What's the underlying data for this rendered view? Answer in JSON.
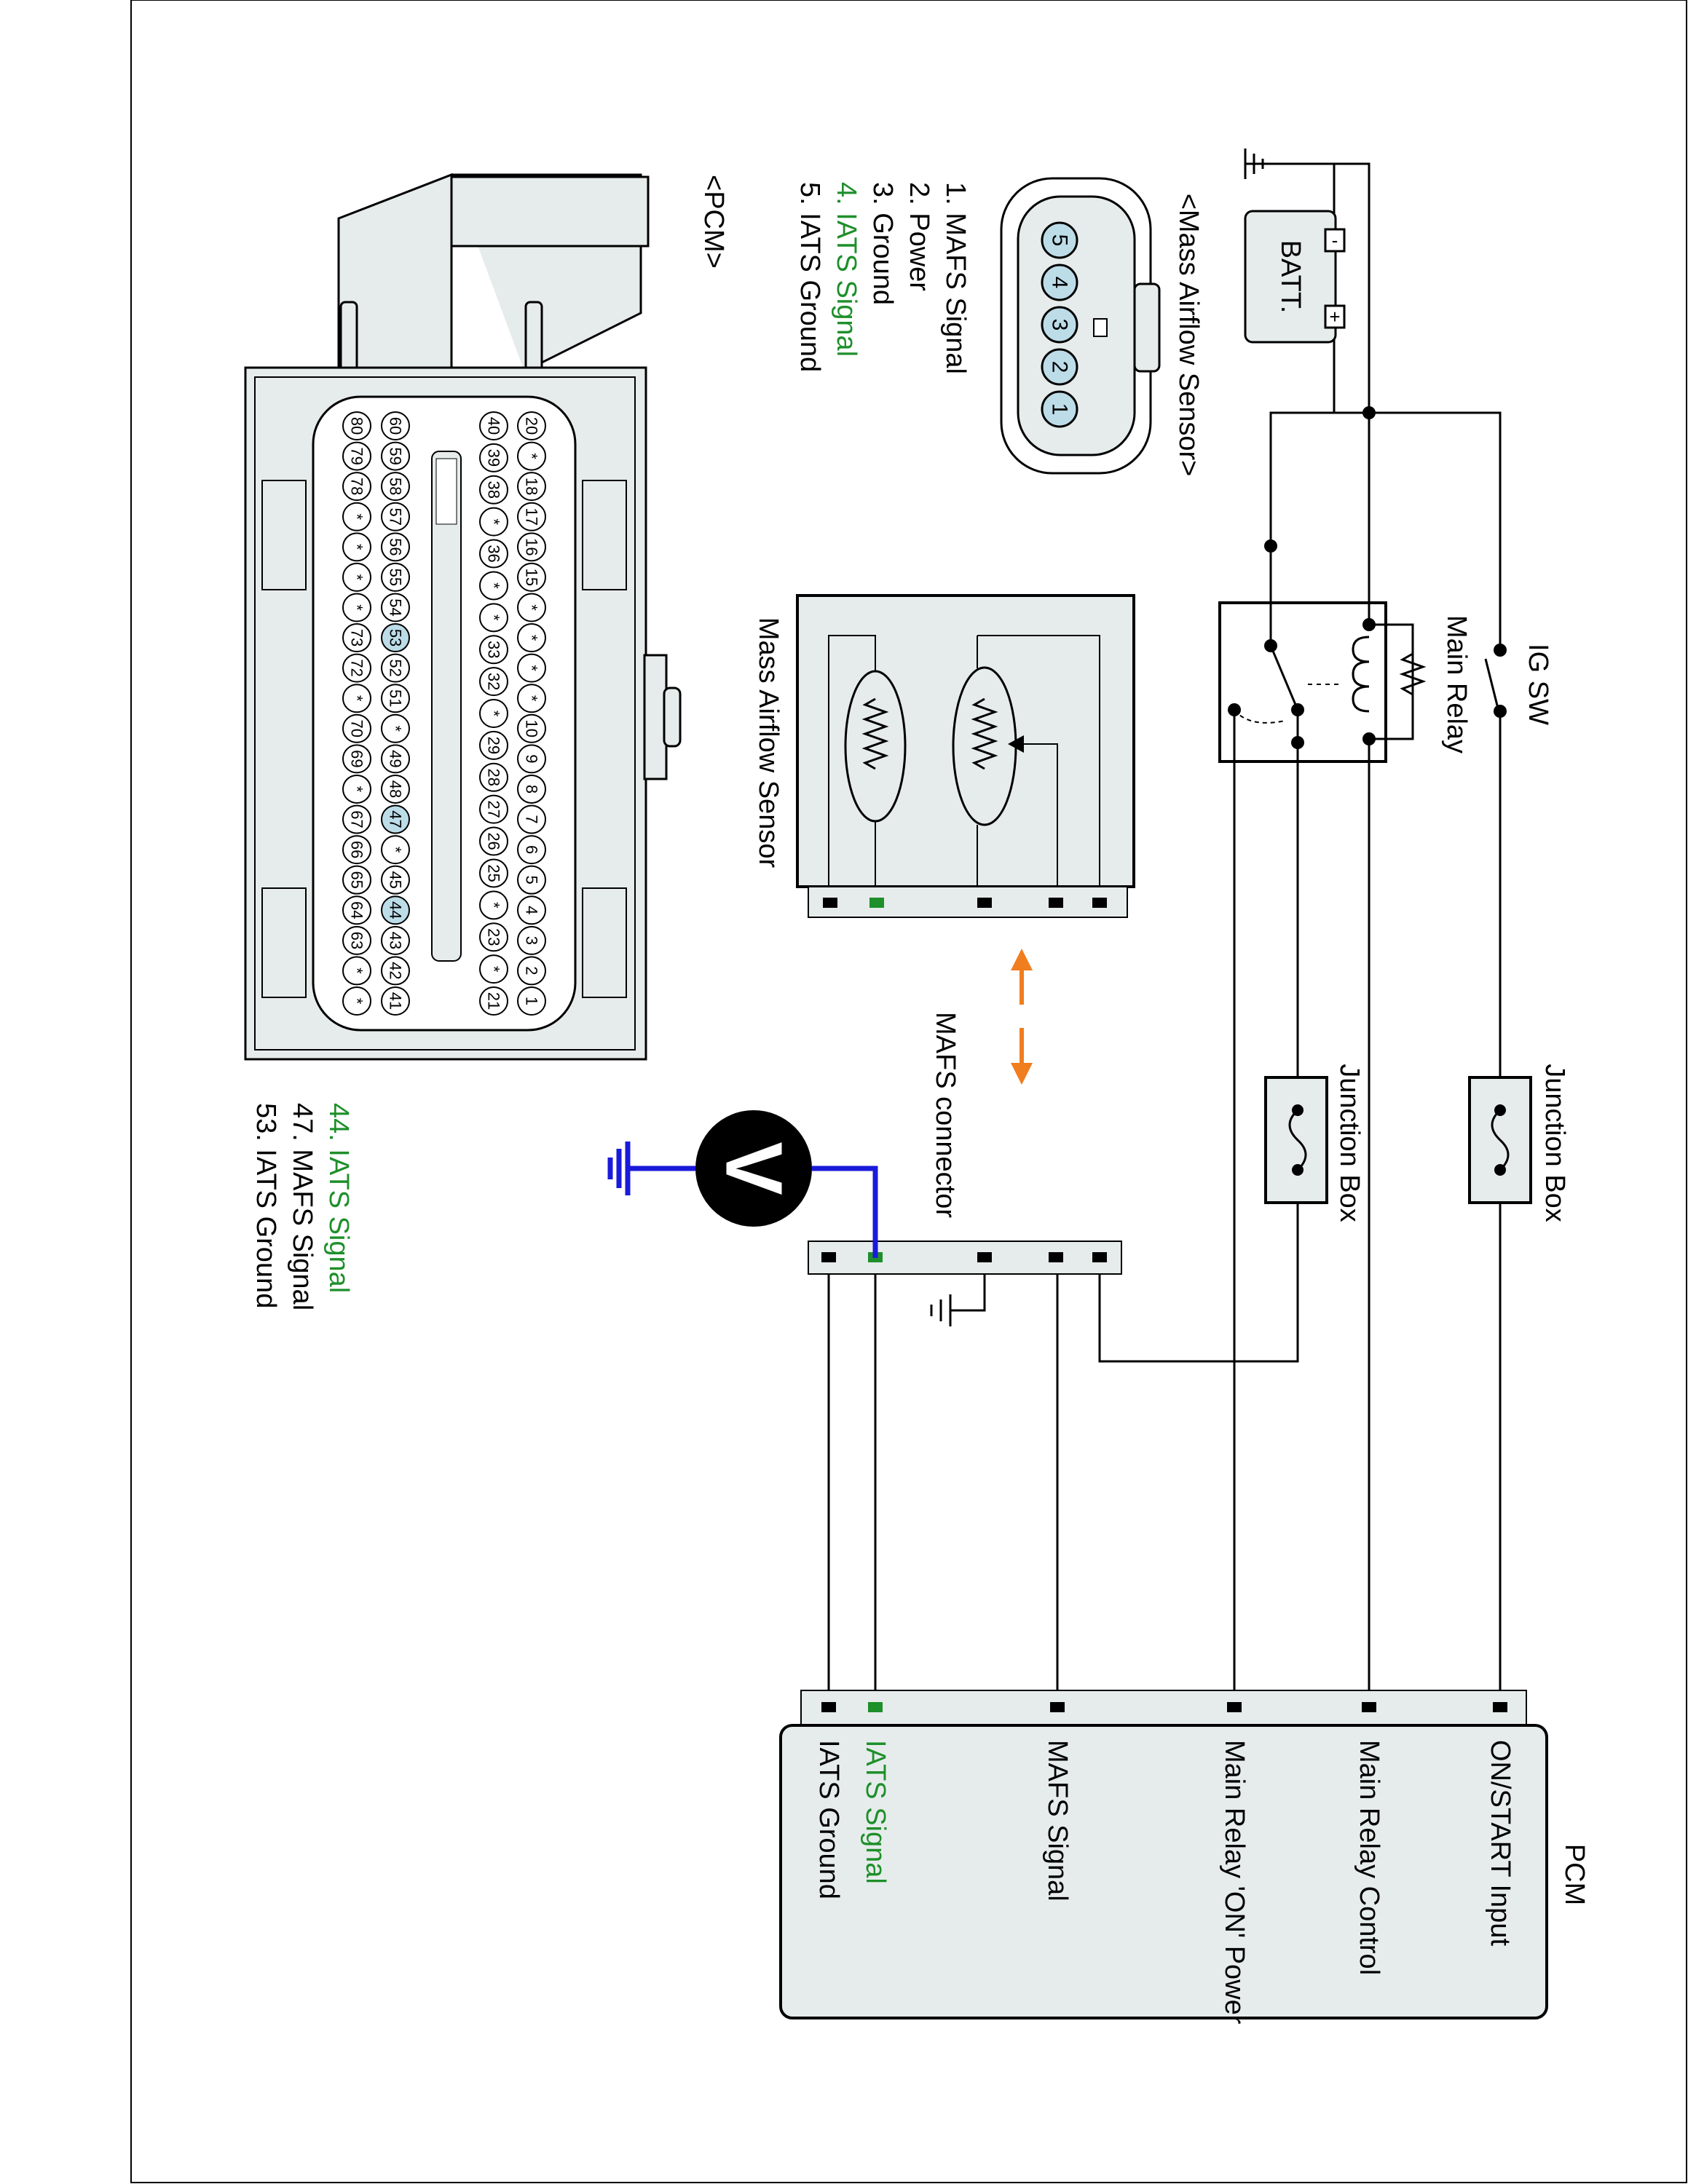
{
  "colors": {
    "signal_green": "#1e8f2a",
    "arrow_orange": "#f07d1e",
    "meter_wire_blue": "#1a1adb",
    "pin_highlight": "#bcdce8",
    "connector_fill": "#e6eceb",
    "pcm_fill": "#e6eceb"
  },
  "batt": {
    "label": "BATT.",
    "minus": "-",
    "plus": "+"
  },
  "ig_sw": {
    "label": "IG SW"
  },
  "main_relay": {
    "label": "Main Relay"
  },
  "junction_box_1": {
    "label": "Junction Box"
  },
  "junction_box_2": {
    "label": "Junction Box"
  },
  "mafs_component": {
    "label": "Mass Airflow Sensor"
  },
  "mafs_connector_arrow": {
    "label": "MAFS connector"
  },
  "voltmeter": {
    "symbol": "V"
  },
  "pcm": {
    "title": "PCM",
    "terminals": [
      {
        "label": "ON/START Input",
        "color": "black"
      },
      {
        "label": "Main Relay Control",
        "color": "black"
      },
      {
        "label": "Main Relay 'ON' Power",
        "color": "black"
      },
      {
        "label": "MAFS Signal",
        "color": "black"
      },
      {
        "label": "IATS Signal",
        "color": "green"
      },
      {
        "label": "IATS Ground",
        "color": "black"
      }
    ]
  },
  "mafs_connector_detail": {
    "title": "<Mass Airflow Sensor>",
    "pins": [
      "5",
      "4",
      "3",
      "2",
      "1"
    ],
    "pin_list": [
      {
        "text": "1. MAFS Signal",
        "color": "black"
      },
      {
        "text": "2. Power",
        "color": "black"
      },
      {
        "text": "3. Ground",
        "color": "black"
      },
      {
        "text": "4. IATS Signal",
        "color": "green"
      },
      {
        "text": "5. IATS Ground",
        "color": "black"
      }
    ]
  },
  "pcm_connector_detail": {
    "title": "<PCM>",
    "rows": [
      [
        "20",
        "*",
        "18",
        "17",
        "16",
        "15",
        "*",
        "*",
        "*",
        "*",
        "10",
        "9",
        "8",
        "7",
        "6",
        "5",
        "4",
        "3",
        "2",
        "1"
      ],
      [
        "40",
        "39",
        "38",
        "*",
        "36",
        "*",
        "*",
        "33",
        "32",
        "*",
        "29",
        "28",
        "27",
        "26",
        "25",
        "*",
        "23",
        "*",
        "21"
      ],
      [
        "60",
        "59",
        "58",
        "57",
        "56",
        "55",
        "54",
        "53",
        "52",
        "51",
        "*",
        "49",
        "48",
        "47",
        "*",
        "45",
        "44",
        "43",
        "42",
        "41"
      ],
      [
        "80",
        "79",
        "78",
        "*",
        "*",
        "*",
        "*",
        "73",
        "72",
        "*",
        "70",
        "69",
        "*",
        "67",
        "66",
        "65",
        "64",
        "63",
        "*",
        "*"
      ]
    ],
    "highlighted": [
      "53",
      "47",
      "44"
    ],
    "pin_list": [
      {
        "text": "44. IATS Signal",
        "color": "green"
      },
      {
        "text": "47. MAFS Signal",
        "color": "black"
      },
      {
        "text": "53. IATS Ground",
        "color": "black"
      }
    ]
  }
}
